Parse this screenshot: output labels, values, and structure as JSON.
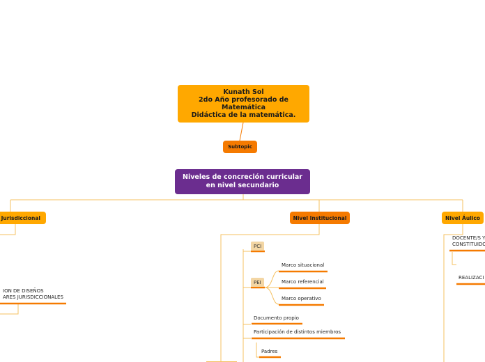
{
  "central": {
    "line1": "Kunath Sol",
    "line2": "2do Año profesorado de",
    "line3": "Matemática",
    "line4": "Didáctica de la matemática."
  },
  "subtopic": "Subtopic",
  "main_topic": {
    "line1": "Niveles de concreción curricular",
    "line2": "en nivel secundario"
  },
  "levels": {
    "jurisdiccional": "l Jurisdiccional",
    "institucional": "Nivel Institucional",
    "aulico": "Nivel Áulico"
  },
  "jurisdiccional_items": {
    "line1": "ION DE DISEÑOS",
    "line2": "ARES JURISDICCIONALES"
  },
  "institucional_items": {
    "pci": "PCI",
    "pei": "PEI",
    "pei_children": [
      "Marco situacional",
      "Marco referencial",
      "Marco operativo"
    ],
    "documento": "Documento propio",
    "participacion": "Participación de distintos miembros",
    "padres": "Padres"
  },
  "aulico_items": {
    "docente_line1": "DOCENTE/S Y",
    "docente_line2": "CONSTITUIDO",
    "realizaci": "REALIZACI"
  },
  "colors": {
    "connector": "#f5a623",
    "underline": "#f57a00",
    "central": "#ffa800",
    "main": "#6b2d8f",
    "subtopic": "#f57a00"
  }
}
